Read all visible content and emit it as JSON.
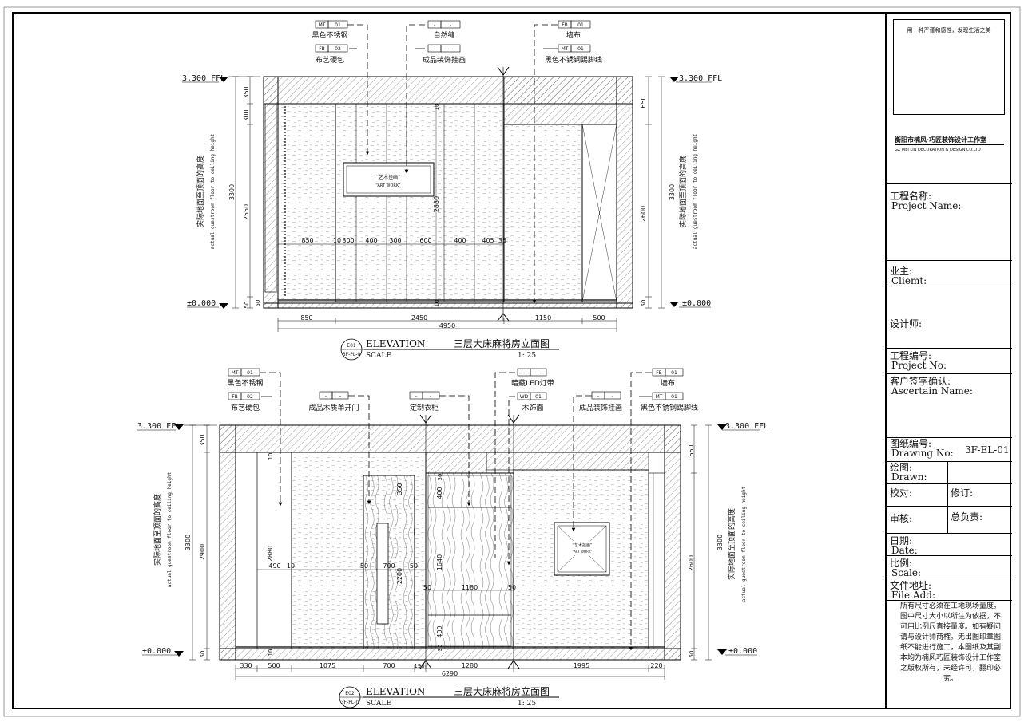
{
  "elevation_1": {
    "title_en": "ELEVATION",
    "title_cn": "三层大床麻将房立面图",
    "scale_label": "SCALE",
    "scale_value": "1: 25",
    "ref_code": "E01",
    "ref_sheet": "3F-PL-0",
    "level_top": "3.300 FFL",
    "level_bottom": "±0.000",
    "side_label_cn": "实际地面至顶面的高度",
    "side_label_en": "actual guestroom floor to ceiling height",
    "artwork_cn": "“艺术挂画”",
    "artwork_en": "“ART WORK”",
    "tags": [
      {
        "code": "MT",
        "num": "01",
        "label": "黑色不锈钢"
      },
      {
        "code": "FB",
        "num": "02",
        "label": "布艺硬包"
      },
      {
        "code": "-",
        "num": "-",
        "label": "自然缝"
      },
      {
        "code": "-",
        "num": "-",
        "label": "成品装饰挂画"
      },
      {
        "code": "FB",
        "num": "01",
        "label": "墙布"
      },
      {
        "code": "MT",
        "num": "01",
        "label": "黑色不锈钢踢脚线"
      }
    ],
    "dims_left": [
      "350",
      "300",
      "2550",
      "50",
      "50",
      "3300"
    ],
    "dims_right": [
      "650",
      "2600",
      "50",
      "3300"
    ],
    "dims_inner": [
      "850",
      "10",
      "300",
      "400",
      "300",
      "600",
      "400",
      "405",
      "35",
      "10",
      "2880",
      "10"
    ],
    "dims_bottom": [
      "850",
      "2450",
      "1150",
      "500"
    ],
    "dim_total": "4950"
  },
  "elevation_2": {
    "title_en": "ELEVATION",
    "title_cn": "三层大床麻将房立面图",
    "scale_label": "SCALE",
    "scale_value": "1: 25",
    "ref_code": "E02",
    "ref_sheet": "3F-PL-0",
    "level_top": "3.300 FFL",
    "level_bottom": "±0.000",
    "side_label_cn": "实际地面至顶面的高度",
    "side_label_en": "actual guestroom floor to ceiling height",
    "artwork_cn": "“艺术挂画”",
    "artwork_en": "“ART WORK”",
    "tags": [
      {
        "code": "MT",
        "num": "01",
        "label": "黑色不锈钢"
      },
      {
        "code": "FB",
        "num": "02",
        "label": "布艺硬包"
      },
      {
        "code": "-",
        "num": "-",
        "label": "成品木质单开门"
      },
      {
        "code": "-",
        "num": "-",
        "label": "定制衣柜"
      },
      {
        "code": "-",
        "num": "-",
        "label": "暗藏LED灯带"
      },
      {
        "code": "WD",
        "num": "01",
        "label": "木饰面"
      },
      {
        "code": "-",
        "num": "-",
        "label": "成品装饰挂画"
      },
      {
        "code": "FB",
        "num": "01",
        "label": "墙布"
      },
      {
        "code": "MT",
        "num": "01",
        "label": "黑色不锈钢踢脚线"
      }
    ],
    "dims_left": [
      "350",
      "2900",
      "50",
      "3300"
    ],
    "dims_right": [
      "650",
      "2600",
      "50",
      "3300"
    ],
    "dims_inner": [
      "10",
      "2880",
      "490",
      "10",
      "10",
      "50",
      "700",
      "50",
      "350",
      "2200",
      "30",
      "400",
      "1640",
      "50",
      "1180",
      "50",
      "400",
      "30"
    ],
    "dims_bottom": [
      "330",
      "500",
      "1075",
      "700",
      "190",
      "1280",
      "1995",
      "220"
    ],
    "dim_total": "6290"
  },
  "title_block": {
    "slogan": "用一种严谨和感性，发现生活之美",
    "company_cn": "衡阳市楠风·巧匠装饰设计工作室",
    "company_en": "GZ MEI LIN DECORATION & DESIGN CO.LTD",
    "project_name_cn": "工程名称:",
    "project_name_en": "Project Name:",
    "client_cn": "业主:",
    "client_en": "Cliemt:",
    "designer": "设计师:",
    "project_no_cn": "工程编号:",
    "project_no_en": "Project No:",
    "ascertain_cn": "客户签字确认:",
    "ascertain_en": "Ascertain Name:",
    "drawing_no_cn": "图纸编号:",
    "drawing_no_en": "Drawing No:",
    "drawing_no_value": "3F-EL-01",
    "drawn_cn": "绘图:",
    "drawn_en": "Drawn:",
    "check": "校对:",
    "revise": "修订:",
    "review": "审核:",
    "chief": "总负责:",
    "date_cn": "日期:",
    "date_en": "Date:",
    "scale_cn": "比例:",
    "scale_en": "Scale:",
    "file_cn": "文件地址:",
    "file_en": "File Add:",
    "notes": "所有尺寸必须在工地现场量度。图中尺寸大小以所注为依据，不可用比例尺直接量度。如有疑问请与设计师商榷。无出图印章图纸不能进行施工，本图纸及其副本均为楠风巧匠装饰设计工作室之版权所有，未经许可，翻印必究。"
  }
}
